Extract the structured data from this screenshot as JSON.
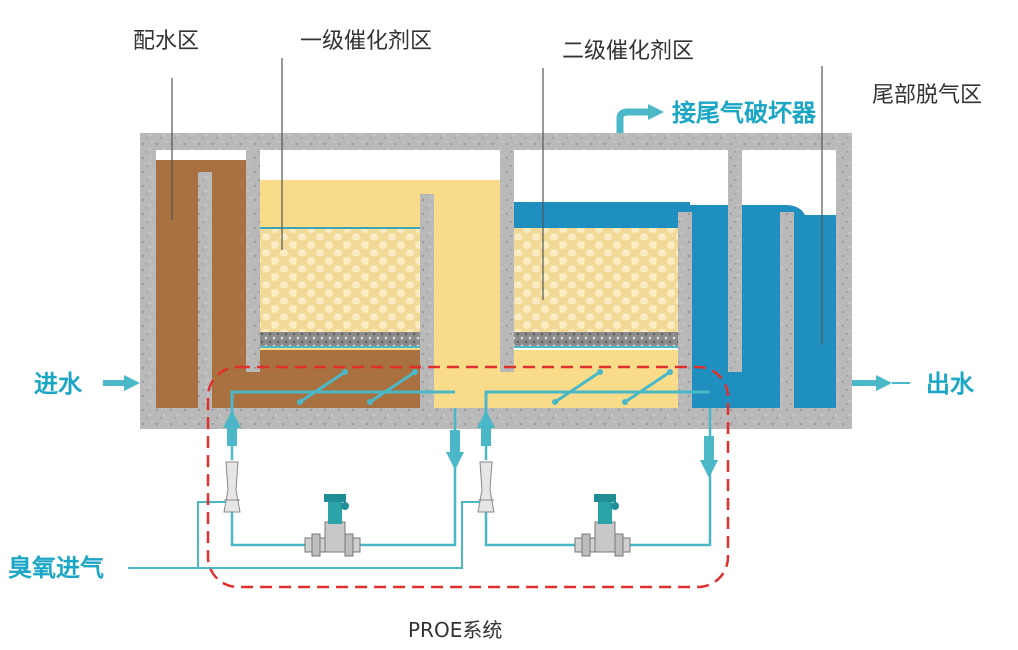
{
  "labels": {
    "distribution_zone": "配水区",
    "primary_catalyst_zone": "一级催化剂区",
    "secondary_catalyst_zone": "二级催化剂区",
    "tail_degas_zone": "尾部脱气区",
    "to_tail_gas_destructor": "接尾气破坏器",
    "water_inlet": "进水",
    "water_outlet": "出水",
    "ozone_inlet": "臭氧进气",
    "system_name": "PROE系统"
  },
  "colors": {
    "concrete": "#b7b7b7",
    "brown_water": "#a8713f",
    "yellow_water": "#f8dc8a",
    "blue_water": "#1f8fc0",
    "catalyst": "#f2d9a0",
    "pipe": "#4bb8c8",
    "dashed_box": "#e0302e",
    "pump": "#2aa4a8"
  },
  "icons": [
    "arrow-right-icon",
    "arrow-down-icon",
    "arrow-up-icon",
    "pump-icon",
    "venturi-icon"
  ]
}
